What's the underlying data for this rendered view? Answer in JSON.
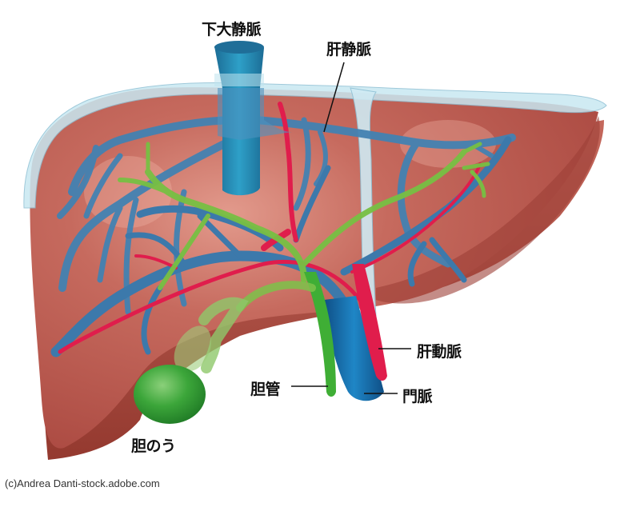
{
  "diagram": {
    "subject": "Liver anatomy with blood vessels and biliary system",
    "labels": {
      "ivc": "下大静脈",
      "hepatic_vein": "肝静脈",
      "hepatic_artery": "肝動脈",
      "bile_duct": "胆管",
      "portal_vein": "門脈",
      "gallbladder": "胆のう"
    },
    "credit": "(c)Andrea Danti-stock.adobe.com",
    "colors": {
      "liver": "#b8524a",
      "liver_dark": "#8e3a33",
      "liver_highlight": "#d8857a",
      "capsule": "#bfe3ef",
      "vein_blue": "#3f7fae",
      "portal_blue": "#1a6fb0",
      "artery_red": "#e0184a",
      "bile_green": "#6cbf3a",
      "gallbladder_green": "#3aa53a"
    }
  }
}
